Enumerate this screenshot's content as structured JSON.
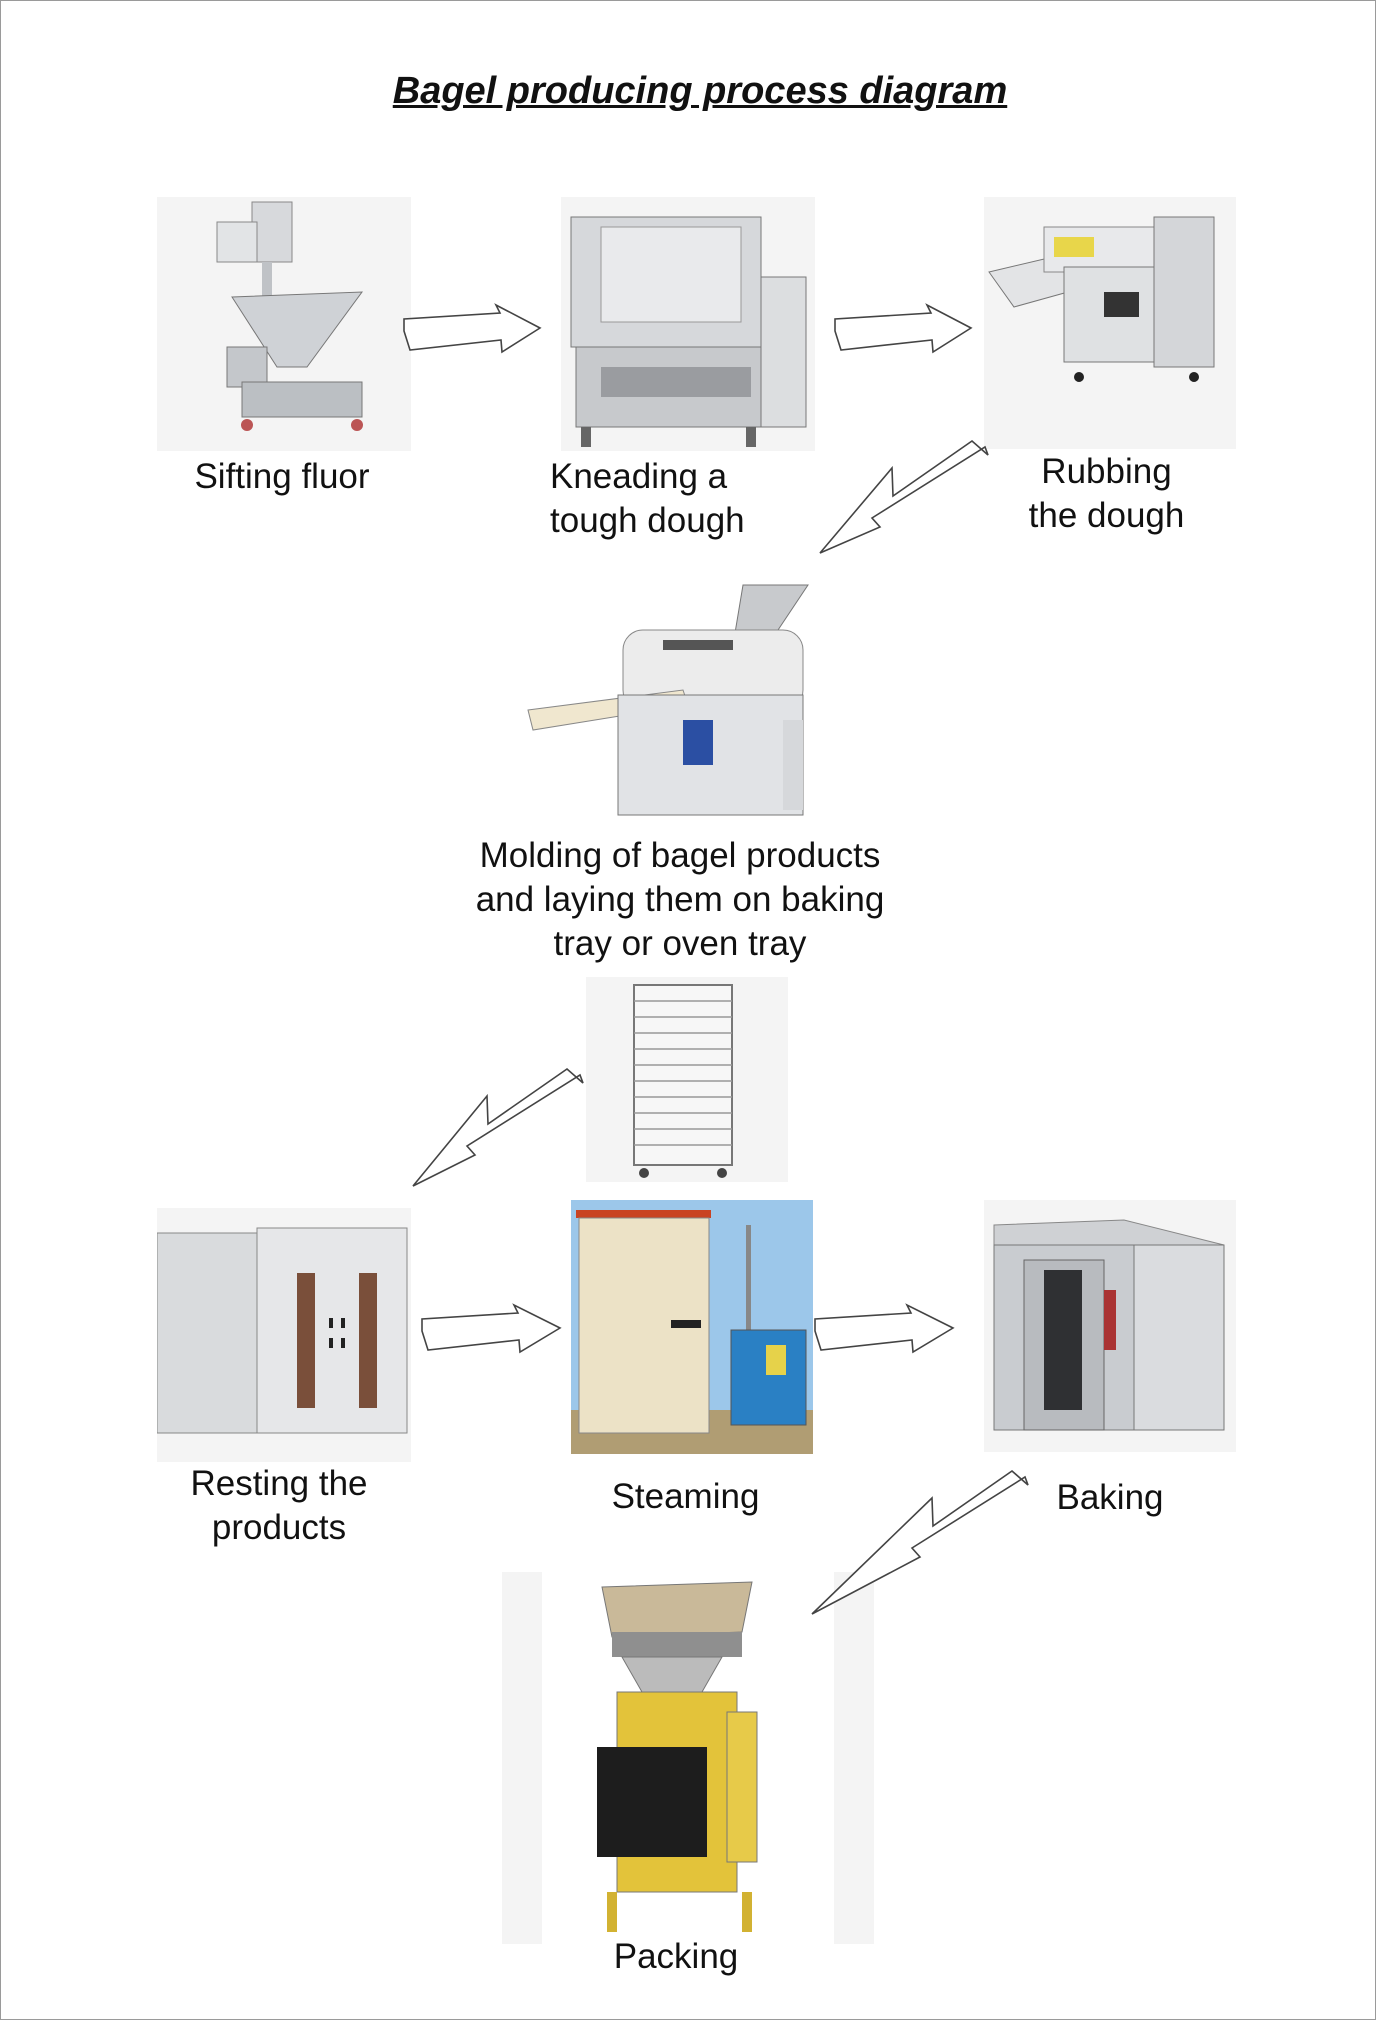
{
  "title": "Bagel producing process diagram",
  "steps": [
    {
      "label": "Sifting fluor",
      "icon": "flour-sifter-icon"
    },
    {
      "label": "Kneading a\ntough dough",
      "icon": "dough-kneader-icon"
    },
    {
      "label": "Rubbing\nthe dough",
      "icon": "dough-sheeter-icon"
    },
    {
      "label": "Molding of bagel products\nand laying them on baking\ntray or oven tray",
      "icon": "bagel-molding-machine-icon"
    },
    {
      "icon": "tray-rack-icon"
    },
    {
      "label": "Resting the\nproducts",
      "icon": "proofing-cabinet-icon"
    },
    {
      "label": "Steaming",
      "icon": "steam-chamber-icon"
    },
    {
      "label": "Baking",
      "icon": "rotary-oven-icon"
    },
    {
      "label": "Packing",
      "icon": "packing-machine-icon"
    }
  ],
  "colors": {
    "arrow_fill": "#ffffff",
    "arrow_stroke": "#444444",
    "steel": "#c9ccd0",
    "panel_yellow": "#e8c83a"
  }
}
